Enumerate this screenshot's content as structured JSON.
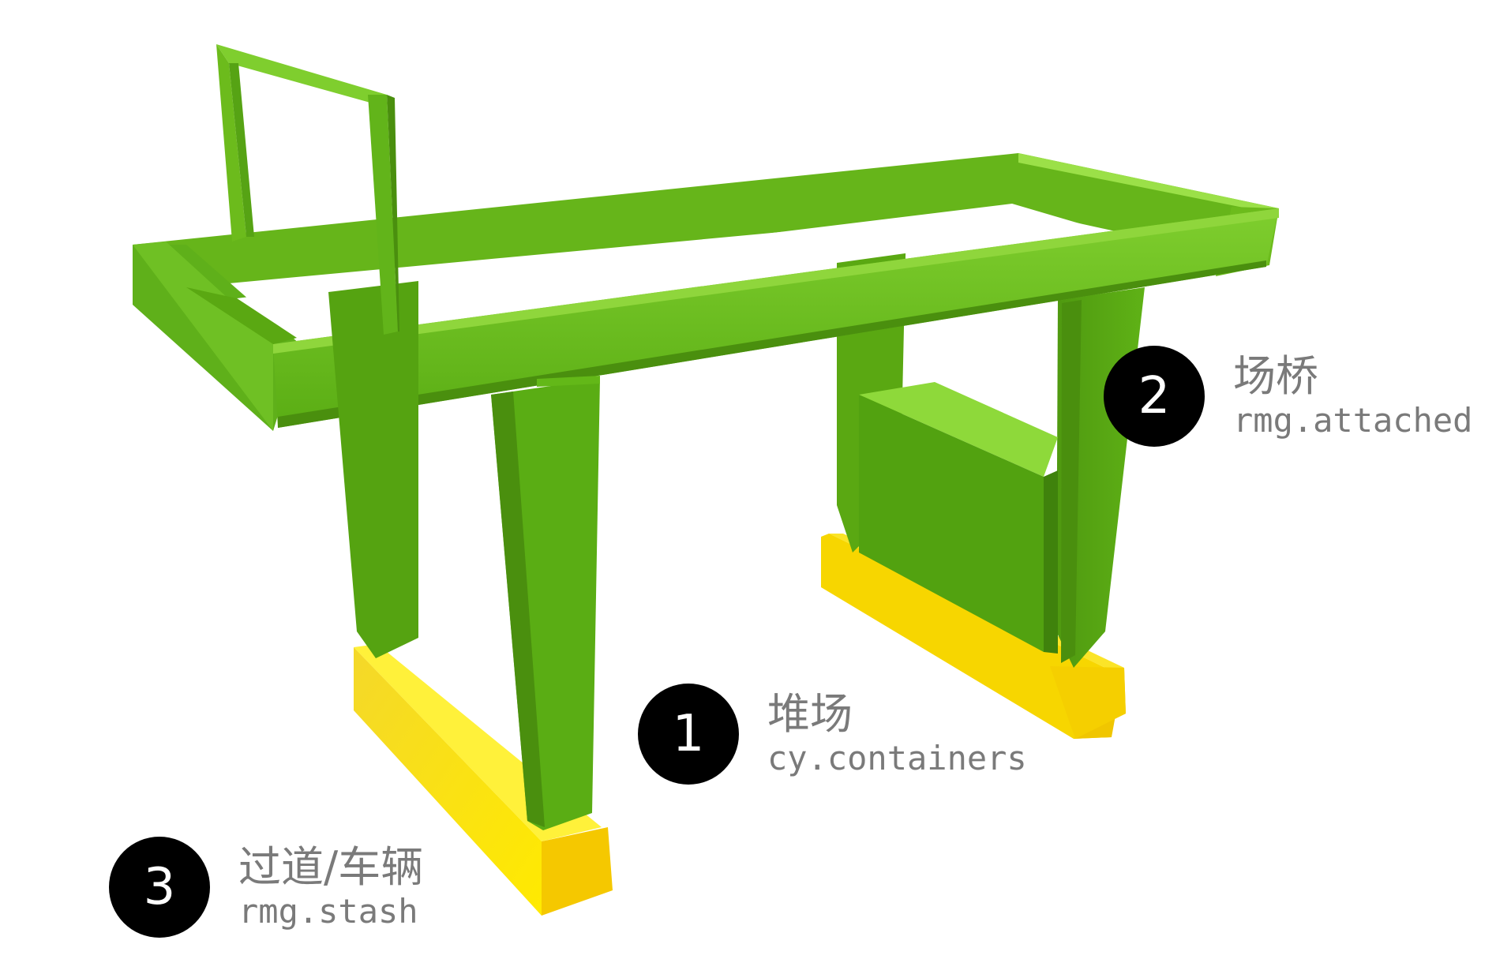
{
  "callouts": [
    {
      "number": "1",
      "name": "堆场",
      "code": "cy.containers"
    },
    {
      "number": "2",
      "name": "场桥",
      "code": "rmg.attached"
    },
    {
      "number": "3",
      "name": "过道/车辆",
      "code": "rmg.stash"
    }
  ],
  "colors": {
    "crane_green": "#5aad14",
    "crane_green_light": "#8ed93a",
    "crane_green_dark": "#4a8f0e",
    "rail_yellow": "#f7d600",
    "rail_yellow_dark": "#e6b800",
    "badge": "#000000",
    "label_text": "#7a7a7a"
  }
}
